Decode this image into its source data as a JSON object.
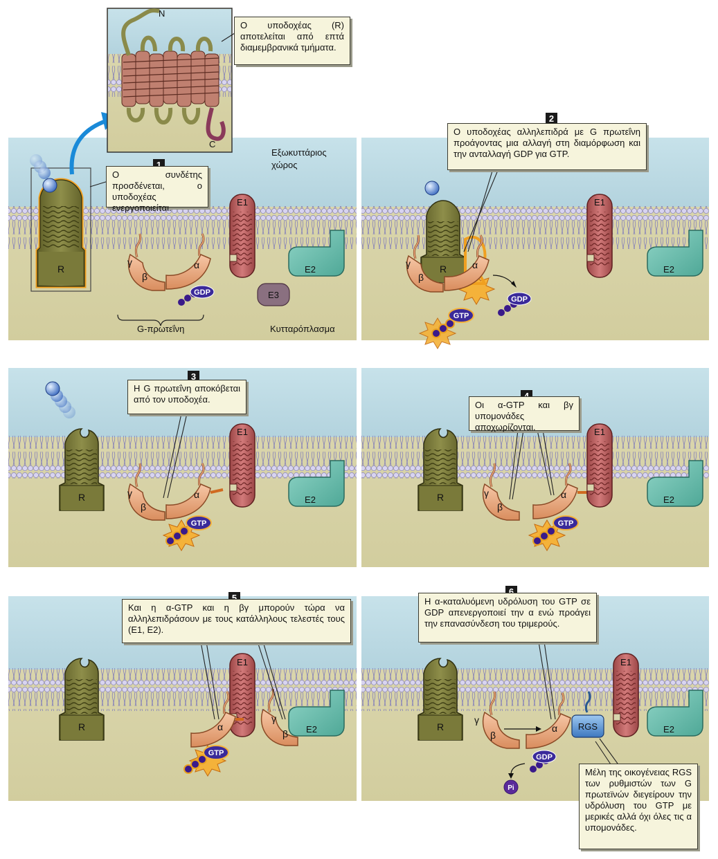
{
  "inset_note": "Ο υποδοχέας (R) αποτελείται από επτά διαμεμβρανικά τμήματα.",
  "terminals": {
    "n": "N",
    "c": "C"
  },
  "regions": {
    "extracellular": "Εξωκυττάριος χώρος",
    "cytoplasm": "Κυτταρόπλασμα",
    "g_protein": "G-πρωτεΐνη"
  },
  "molecules": {
    "receptor": "R",
    "effector1": "E1",
    "effector2": "E2",
    "effector3": "E3",
    "alpha": "α",
    "beta": "β",
    "gamma": "γ",
    "gdp": "GDP",
    "gtp": "GTP",
    "rgs": "RGS",
    "pi": "Pi"
  },
  "steps": [
    {
      "num": "1",
      "text": "Ο συνδέτης προσδένεται, ο υποδοχέας ενεργοποιείται."
    },
    {
      "num": "2",
      "text": "Ο υποδοχέας αλληλεπιδρά με G πρωτεΐνη προάγοντας μια αλλαγή στη διαμόρφωση και την ανταλλαγή GDP για GTP."
    },
    {
      "num": "3",
      "text": "Η G πρωτεΐνη αποκόβεται από τον υποδοχέα."
    },
    {
      "num": "4",
      "text": "Οι α-GTP και βγ υπομονάδες αποχωρίζονται."
    },
    {
      "num": "5",
      "text": "Και η α-GTP και η βγ μπορούν τώρα να αλληλεπιδράσουν με τους κατάλληλους τελεστές τους (E1, E2)."
    },
    {
      "num": "6",
      "text": "Η α-καταλυόμενη υδρόλυση του GTP σε GDP απενεργοποιεί την α ενώ προάγει την επανασύνδεση του τριμερούς."
    }
  ],
  "rgs_note": "Μέλη της οικογένειας RGS των ρυθμιστών των G πρωτεϊνών διεγείρουν την υδρόλυση του GTP με μερικές αλλά όχι όλες τις α υπομονάδες.",
  "colors": {
    "extracellular": "#c3dde6",
    "cytoplasm": "#d9d5ad",
    "receptor": "#7a7a3a",
    "effector1": "#b85c5c",
    "effector2": "#73c0b2",
    "alpha": "#eba87e",
    "gtp": "#3a2a9a"
  }
}
